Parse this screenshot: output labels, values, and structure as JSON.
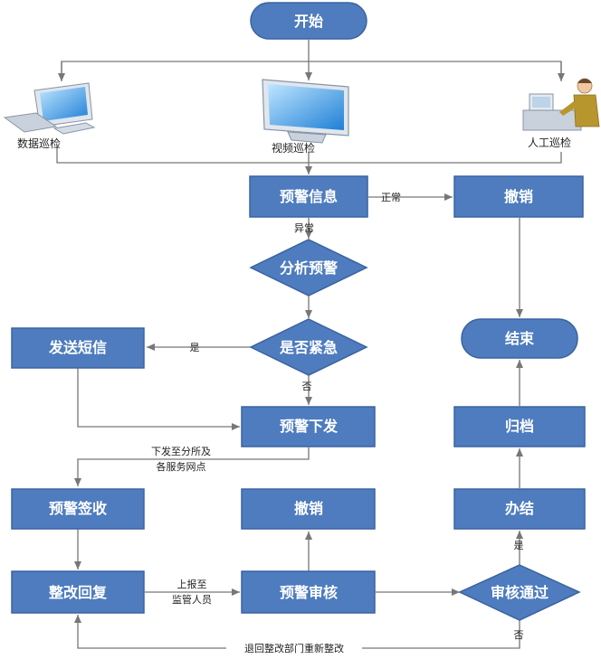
{
  "colors": {
    "node_fill": "#4e7cbe",
    "node_stroke": "#3a63a0",
    "line": "#777777",
    "text": "#ffffff"
  },
  "nodes": {
    "start": "开始",
    "warn_info": "预警信息",
    "cancel_top": "撤销",
    "analyze": "分析预警",
    "is_urgent": "是否紧急",
    "end": "结束",
    "send_sms": "发送短信",
    "issue": "预警下发",
    "archive": "归档",
    "sign": "预警签收",
    "cancel_mid": "撤销",
    "complete": "办结",
    "reply": "整改回复",
    "review": "预警审核",
    "approved": "审核通过"
  },
  "sources": {
    "data": "数据巡检",
    "video": "视频巡检",
    "manual": "人工巡检"
  },
  "labels": {
    "normal": "正常",
    "abnormal": "异常",
    "yes_sms": "是",
    "no_issue": "否",
    "issue_to_line1": "下发至分所及",
    "issue_to_line2": "各服务网点",
    "report_line1": "上报至",
    "report_line2": "监管人员",
    "yes_complete": "是",
    "no_return": "否",
    "return": "退回整改部门重新整改"
  }
}
